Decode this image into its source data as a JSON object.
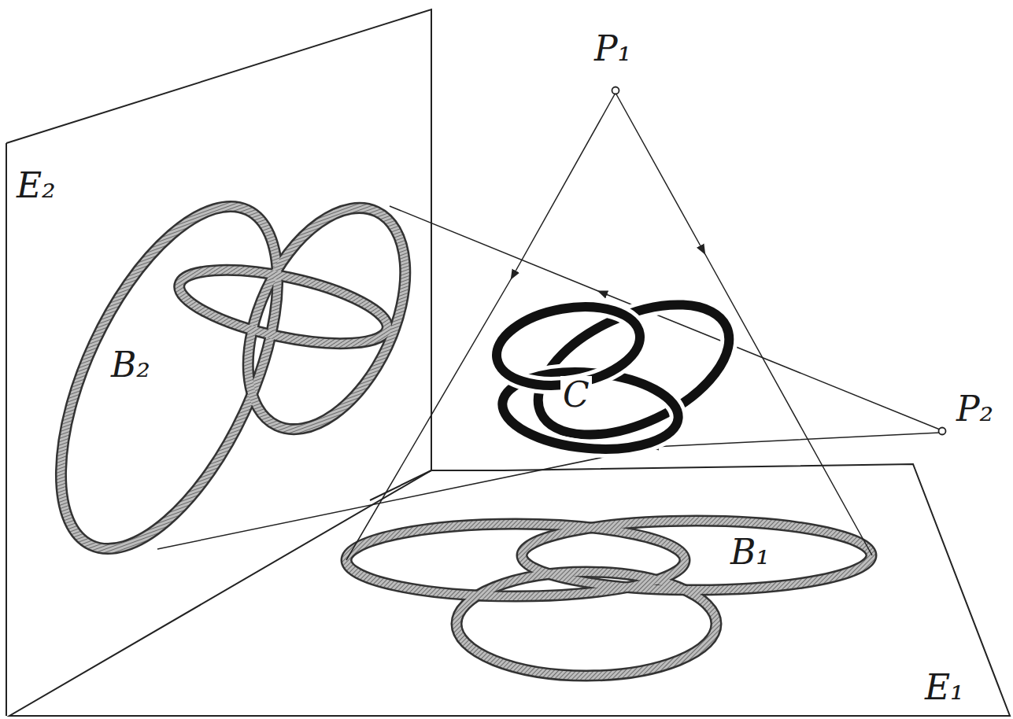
{
  "diagram": {
    "labels": [
      "P₁",
      "E₂",
      "C",
      "P₂",
      "B₂",
      "B₁",
      "E₁"
    ]
  }
}
